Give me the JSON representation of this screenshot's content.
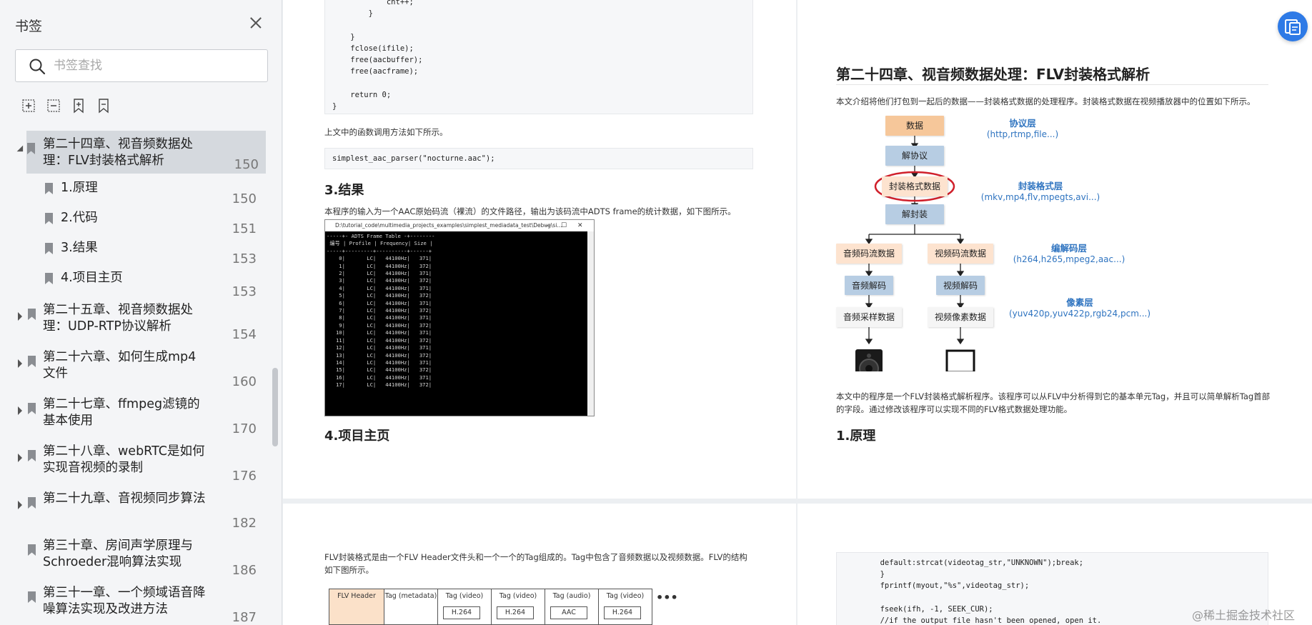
{
  "sidebar": {
    "title": "书签",
    "search_placeholder": "书签查找",
    "tools": [
      "expand-all-icon",
      "collapse-all-icon",
      "add-bookmark-icon",
      "remove-bookmark-icon"
    ],
    "items": [
      {
        "label": "第二十四章、视音频数据处理：FLV封装格式解析",
        "page": "150",
        "state": "expanded",
        "selected": true
      },
      {
        "label": "1.原理",
        "page": "150",
        "child": true
      },
      {
        "label": "2.代码",
        "page": "151",
        "child": true
      },
      {
        "label": "3.结果",
        "page": "153",
        "child": true
      },
      {
        "label": "4.项目主页",
        "page": "153",
        "child": true
      },
      {
        "label": "第二十五章、视音频数据处理：UDP-RTP协议解析",
        "page": "154",
        "state": "collapsed"
      },
      {
        "label": "第二十六章、如何生成mp4文件",
        "page": "160",
        "state": "collapsed"
      },
      {
        "label": "第二十七章、ffmpeg滤镜的基本使用",
        "page": "170",
        "state": "collapsed"
      },
      {
        "label": "第二十八章、webRTC是如何实现音视频的录制",
        "page": "176",
        "state": "collapsed"
      },
      {
        "label": "第二十九章、音视频同步算法",
        "page": "182",
        "state": "collapsed"
      },
      {
        "label": "第三十章、房间声学原理与Schroeder混响算法实现",
        "page": "186",
        "state": "none"
      },
      {
        "label": "第三十一章、一个频域语音降噪算法实现及改进方法",
        "page": "187",
        "state": "none"
      }
    ]
  },
  "page1": {
    "code1": "            cnt++;\n        }\n\n    }\n    fclose(ifile);\n    free(aacbuffer);\n    free(aacframe);\n\n    return 0;\n}",
    "para1": "上文中的函数调用方法如下所示。",
    "code2": "simplest_aac_parser(\"nocturne.aac\");",
    "h_result": "3.结果",
    "para2": "本程序的输入为一个AAC原始码流（裸流）的文件路径，输出为该码流中ADTS frame的统计数据，如下图所示。",
    "console_title": "D:\\tutorial_code\\multimedia_projects_examples\\simplest_mediadata_test\\Debug\\si...",
    "console_win_buttons": [
      "—",
      "☐",
      "✕"
    ],
    "console_text": "-----+- ADTS Frame Table -+--------\n 编号 | Profile | Frequency| Size |\n-----+---------+----------+------+\n    0|       LC|   44100Hz|   371|\n    1|       LC|   44100Hz|   372|\n    2|       LC|   44100Hz|   371|\n    3|       LC|   44100Hz|   372|\n    4|       LC|   44100Hz|   371|\n    5|       LC|   44100Hz|   372|\n    6|       LC|   44100Hz|   371|\n    7|       LC|   44100Hz|   372|\n    8|       LC|   44100Hz|   371|\n    9|       LC|   44100Hz|   372|\n   10|       LC|   44100Hz|   371|\n   11|       LC|   44100Hz|   372|\n   12|       LC|   44100Hz|   371|\n   13|       LC|   44100Hz|   372|\n   14|       LC|   44100Hz|   371|\n   15|       LC|   44100Hz|   372|\n   16|       LC|   44100Hz|   371|\n   17|       LC|   44100Hz|   372|",
    "h_home": "4.项目主页"
  },
  "page2": {
    "title": "第二十四章、视音频数据处理：FLV封装格式解析",
    "intro": "本文介绍将他们打包到一起后的数据——封装格式数据的处理程序。封装格式数据在视频播放器中的位置如下所示。",
    "diagram": {
      "data": "数据",
      "unprotocol": "解协议",
      "container_data": "封装格式数据",
      "demux": "解封装",
      "audio_stream": "音频码流数据",
      "video_stream": "视频码流数据",
      "audio_decode": "音频解码",
      "video_decode": "视频解码",
      "audio_samples": "音频采样数据",
      "video_pixels": "视频像素数据",
      "layer1_title": "协议层",
      "layer1_sub": "(http,rtmp,file...)",
      "layer2_title": "封装格式层",
      "layer2_sub": "(mkv,mp4,flv,mpegts,avi...)",
      "layer3_title": "编解码层",
      "layer3_sub": "(h264,h265,mpeg2,aac...)",
      "layer4_title": "像素层",
      "layer4_sub": "(yuv420p,yuv422p,rgb24,pcm...)"
    },
    "para": "本文中的程序是一个FLV封装格式解析程序。该程序可以从FLV中分析得到它的基本单元Tag，并且可以简单解析Tag首部的字段。通过修改该程序可以实现不同的FLV格式数据处理功能。",
    "h_principle": "1.原理"
  },
  "page3": {
    "para": "FLV封装格式是由一个FLV Header文件头和一个一个的Tag组成的。Tag中包含了音频数据以及视频数据。FLV的结构如下图所示。",
    "table": {
      "header": "FLV Header",
      "cells": [
        {
          "label": "Tag (metadata)",
          "sub": ""
        },
        {
          "label": "Tag (video)",
          "sub": "H.264"
        },
        {
          "label": "Tag (video)",
          "sub": "H.264"
        },
        {
          "label": "Tag (audio)",
          "sub": "AAC"
        },
        {
          "label": "Tag (video)",
          "sub": "H.264"
        }
      ],
      "ellipsis": "•••"
    }
  },
  "page4": {
    "code": "        default:strcat(videotag_str,\"UNKNOWN\");break;\n        }\n        fprintf(myout,\"%s\",videotag_str);\n\n        fseek(ifh, -1, SEEK_CUR);\n        //if the output file hasn't been opened, open it."
  },
  "watermark": "@稀土掘金技术社区"
}
